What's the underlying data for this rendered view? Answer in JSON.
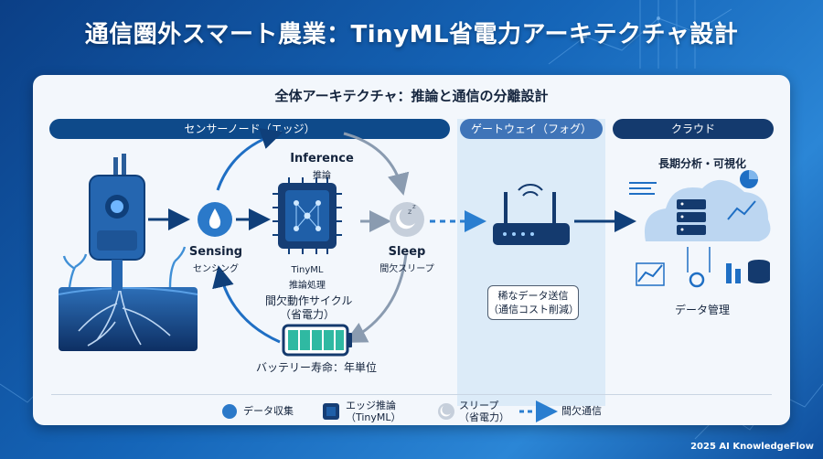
{
  "title": "通信圏外スマート農業：TinyML省電力アーキテクチャ設計",
  "subtitle": "全体アーキテクチャ：推論と通信の分離設計",
  "sections": {
    "edge": "センサーノード（エッジ）",
    "fog": "ゲートウェイ（フォグ）",
    "cloud": "クラウド"
  },
  "edge": {
    "inference_en": "Inference",
    "inference_ja": "推論",
    "sensing_en": "Sensing",
    "sensing_ja": "センシング",
    "sleep_en": "Sleep",
    "sleep_ja": "間欠スリープ",
    "chip_line1": "TinyML",
    "chip_line2": "推論処理",
    "cycle_line1": "間欠動作サイクル",
    "cycle_line2": "（省電力）",
    "battery": "バッテリー寿命：年単位"
  },
  "fog": {
    "send_line1": "稀なデータ送信",
    "send_line2": "（通信コスト削減）"
  },
  "cloud": {
    "analysis": "長期分析・可視化",
    "management": "データ管理"
  },
  "legend": {
    "collect": "データ収集",
    "infer_line1": "エッジ推論",
    "infer_line2": "（TinyML）",
    "sleep_line1": "スリープ",
    "sleep_line2": "（省電力）",
    "comm": "間欠通信"
  },
  "footer": "2025 AI KnowledgeFlow",
  "colors": {
    "band_dark": "#0e4a8a",
    "band_fog": "#3f74b8",
    "band_cloud": "#143a6e",
    "accent": "#1f6fc4",
    "arrow": "#0f3f7a",
    "gray": "#8a9bb0",
    "battery": "#2fb9a2"
  }
}
